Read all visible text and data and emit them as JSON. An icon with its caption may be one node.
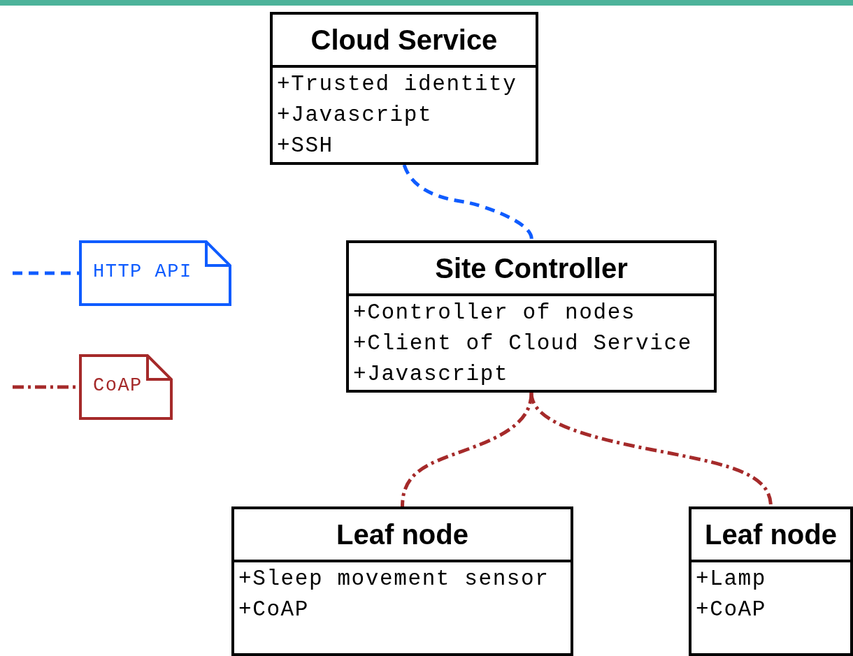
{
  "diagram": {
    "nodes": [
      {
        "text": [
          "Cloud Service",
          "+Trusted identity",
          "+Javascript",
          "+SSH"
        ]
      },
      {
        "text": [
          "Site Controller",
          "+Controller of nodes",
          "+Client of Cloud Service",
          "+Javascript"
        ]
      },
      {
        "text": [
          "Leaf node",
          "+Sleep movement sensor",
          "+CoAP"
        ]
      },
      {
        "text": [
          "Leaf node",
          "+Lamp",
          "+CoAP"
        ]
      },
      {
        "text": [
          "HTTP API"
        ]
      },
      {
        "text": [
          "CoAP"
        ]
      }
    ],
    "edges": [
      {
        "from": 0,
        "to": 1,
        "arrow": "none",
        "style": "dashed",
        "color": "#0f5cff"
      },
      {
        "from": 1,
        "to": 2,
        "arrow": "none",
        "style": "dashed",
        "color": "#a52a2a"
      },
      {
        "from": 1,
        "to": 3,
        "arrow": "none",
        "style": "dashed",
        "color": "#a52a2a"
      },
      {
        "from": null,
        "to": 4,
        "arrow": "none",
        "style": "dashed",
        "color": "#0f5cff"
      },
      {
        "from": null,
        "to": 5,
        "arrow": "none",
        "style": "dashed",
        "color": "#a52a2a"
      }
    ]
  }
}
